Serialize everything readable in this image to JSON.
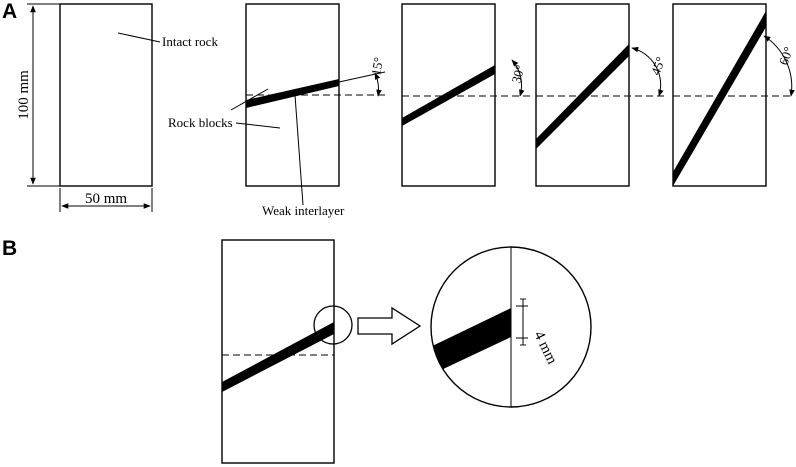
{
  "figure": {
    "panels": {
      "a": "A",
      "b": "B"
    },
    "labels": {
      "intact_rock": "Intact rock",
      "rock_blocks": "Rock blocks",
      "weak_interlayer": "Weak interlayer"
    },
    "dimensions": {
      "height": "100 mm",
      "width": "50 mm",
      "interlayer_thickness": "4 mm"
    },
    "angles": [
      "15°",
      "30°",
      "45°",
      "60°"
    ]
  }
}
